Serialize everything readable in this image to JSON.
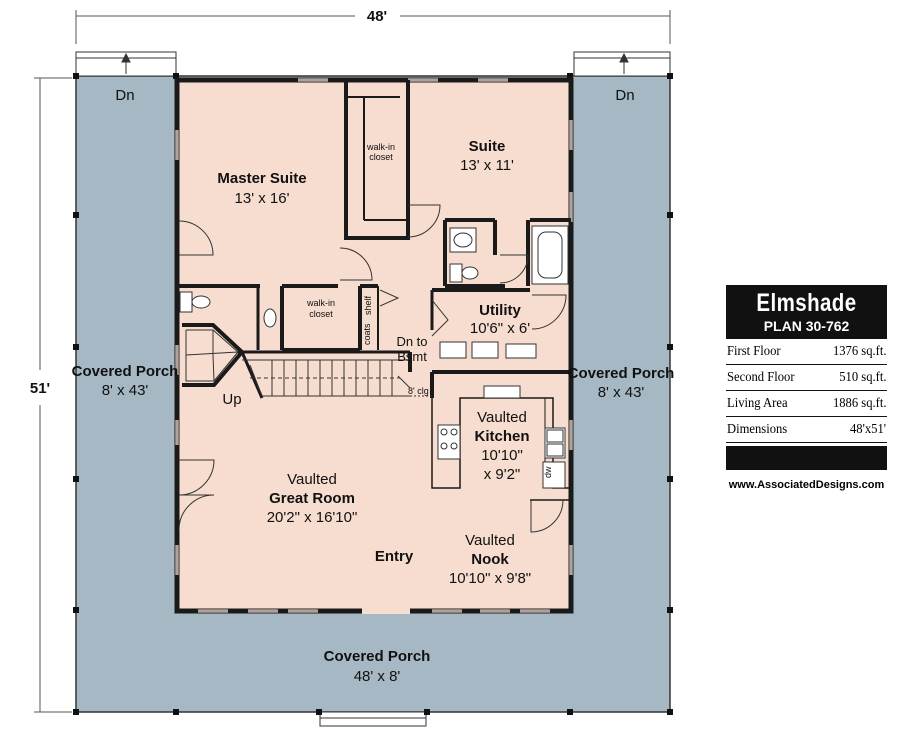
{
  "dimensions": {
    "width": "48'",
    "depth": "51'"
  },
  "porch_left": {
    "name": "Covered Porch",
    "size": "8' x 43'",
    "stair": "Dn"
  },
  "porch_right": {
    "name": "Covered Porch",
    "size": "8' x 43'",
    "stair": "Dn"
  },
  "porch_front": {
    "name": "Covered Porch",
    "size": "48' x 8'"
  },
  "rooms": {
    "master_suite": {
      "name": "Master Suite",
      "size": "13' x 16'"
    },
    "suite": {
      "name": "Suite",
      "size": "13' x 11'"
    },
    "walk_in_closet_1": "walk-in closet",
    "walk_in_closet_2": "walk-in closet",
    "coats": "coats",
    "shelf": "shelf",
    "utility": {
      "name": "Utility",
      "size": "10'6\" x 6'"
    },
    "stairs_down": "Dn to Bsmt",
    "ceiling_note": "8' clg",
    "stairs_up": "Up",
    "kitchen": {
      "prefix": "Vaulted",
      "name": "Kitchen",
      "size1": "10'10\"",
      "size2": "x 9'2\""
    },
    "dw": "dw",
    "great_room": {
      "prefix": "Vaulted",
      "name": "Great Room",
      "size": "20'2\" x 16'10\""
    },
    "entry": "Entry",
    "nook": {
      "prefix": "Vaulted",
      "name": "Nook",
      "size": "10'10\" x 9'8\""
    }
  },
  "info": {
    "plan_name": "Elmshade",
    "plan_number": "PLAN 30-762",
    "rows": [
      {
        "label": "First Floor",
        "value": "1376 sq.ft."
      },
      {
        "label": "Second Floor",
        "value": "510 sq.ft."
      },
      {
        "label": "Living Area",
        "value": "1886 sq.ft."
      },
      {
        "label": "Dimensions",
        "value": "48'x51'"
      }
    ],
    "website": "www.AssociatedDesigns.com"
  },
  "colors": {
    "porch": "#a5b8c4",
    "interior": "#f6ddcf",
    "wall": "#1a1a1a",
    "outline": "#333333"
  }
}
